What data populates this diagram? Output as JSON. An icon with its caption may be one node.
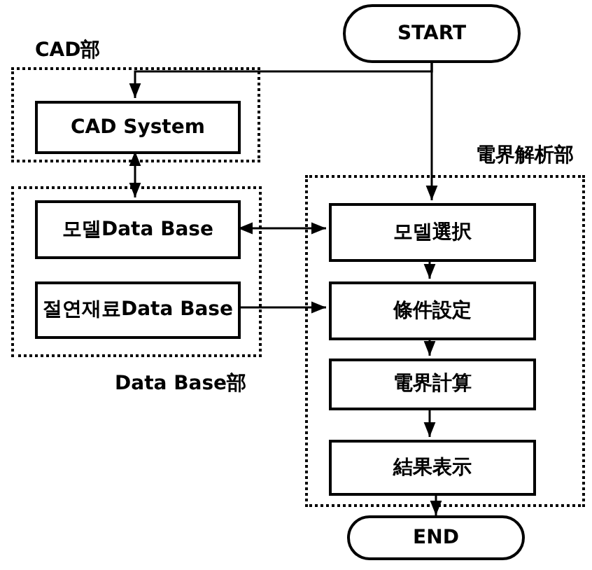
{
  "diagram": {
    "nodes": [
      {
        "text": [
          "START"
        ]
      },
      {
        "text": [
          "CAD部"
        ]
      },
      {
        "text": [
          "CAD System"
        ],
        "in": 1
      },
      {
        "text": [
          "Data Base部"
        ]
      },
      {
        "text": [
          "모델Data Base"
        ],
        "in": 3
      },
      {
        "text": [
          "절연재료Data Base"
        ],
        "in": 3
      },
      {
        "text": [
          "電界解析部"
        ]
      },
      {
        "text": [
          "모델選択"
        ],
        "in": 6
      },
      {
        "text": [
          "條件設定"
        ],
        "in": 6
      },
      {
        "text": [
          "電界計算"
        ],
        "in": 6
      },
      {
        "text": [
          "結果表示"
        ],
        "in": 6
      },
      {
        "text": [
          "END"
        ]
      }
    ],
    "edges": [
      {
        "from": 0,
        "to": 2,
        "arrow": "to"
      },
      {
        "from": 0,
        "to": 7,
        "arrow": "to"
      },
      {
        "from": 2,
        "to": 4,
        "arrow": "both"
      },
      {
        "from": 4,
        "to": 7,
        "arrow": "both"
      },
      {
        "from": 5,
        "to": 8,
        "arrow": "to"
      },
      {
        "from": 7,
        "to": 8,
        "arrow": "to"
      },
      {
        "from": 8,
        "to": 9,
        "arrow": "to"
      },
      {
        "from": 9,
        "to": 10,
        "arrow": "to"
      },
      {
        "from": 10,
        "to": 11,
        "arrow": "to"
      }
    ]
  }
}
